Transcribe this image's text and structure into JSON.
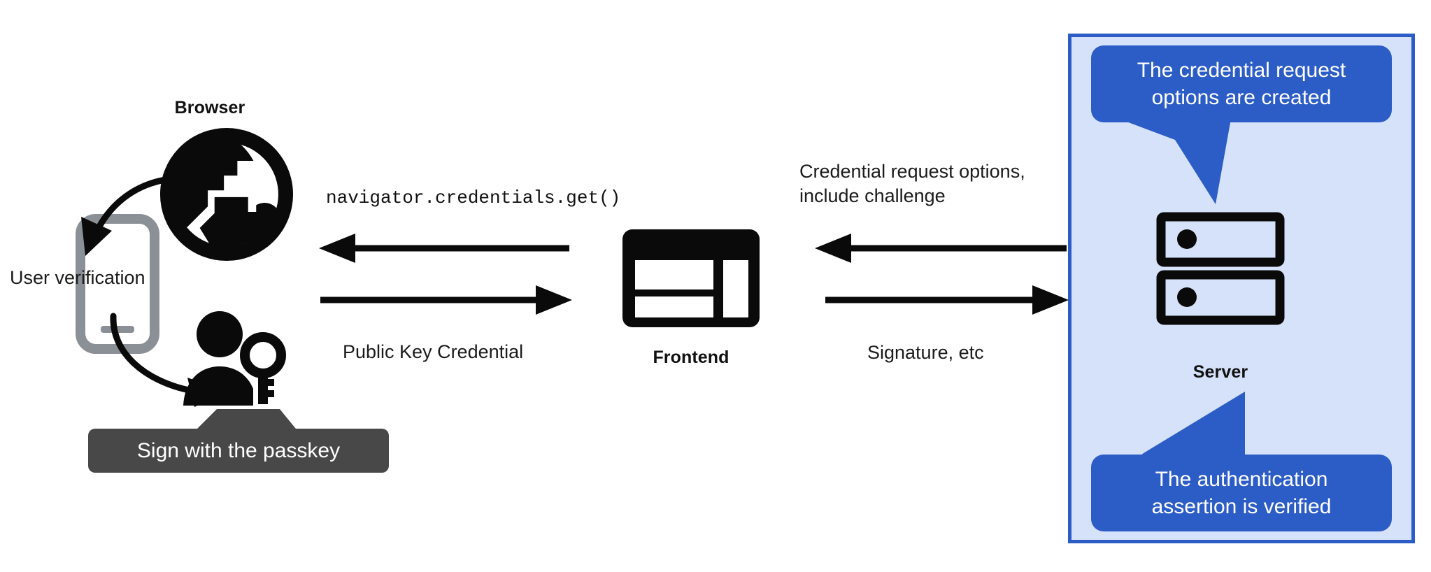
{
  "diagram": {
    "title": "WebAuthn passkey authentication flow",
    "background": "#ffffff"
  },
  "colors": {
    "ink": "#111111",
    "phone_gray": "#8b9096",
    "tooltip_gray": "#484848",
    "bubble_blue": "#2c5cc5",
    "panel_fill": "#d6e2fa",
    "panel_border": "#2c5cc5"
  },
  "nodes": {
    "browser": {
      "label": "Browser",
      "icon": "globe-icon"
    },
    "phone": {
      "icon": "mobile-phone-icon"
    },
    "user": {
      "icon": "person-with-key-icon"
    },
    "frontend": {
      "label": "Frontend",
      "icon": "web-layout-icon"
    },
    "server": {
      "label": "Server",
      "icon": "server-rack-icon"
    }
  },
  "annotations": {
    "user_verification": "User verification",
    "sign_with_passkey": "Sign with the passkey"
  },
  "edges": {
    "browser_to_frontend_request": "navigator.credentials.get()",
    "frontend_to_browser_response": "Public Key Credential",
    "server_to_frontend": "Credential request options,\ninclude challenge",
    "frontend_to_server": "Signature, etc"
  },
  "bubbles": {
    "top": "The credential request\noptions are created",
    "bottom": "The authentication\nassertion is verified"
  }
}
